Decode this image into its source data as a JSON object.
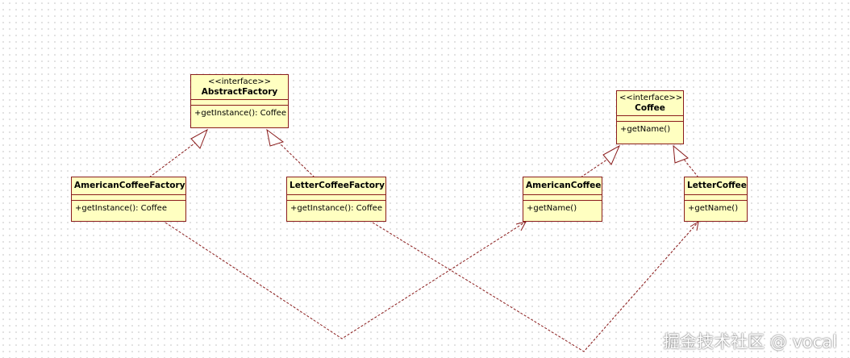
{
  "classes": {
    "abstract_factory": {
      "stereotype": "<<interface>>",
      "name": "AbstractFactory",
      "operation": "+getInstance(): Coffee"
    },
    "coffee": {
      "stereotype": "<<interface>>",
      "name": "Coffee",
      "operation": "+getName()"
    },
    "american_coffee_factory": {
      "name": "AmericanCoffeeFactory",
      "operation": "+getInstance(): Coffee"
    },
    "letter_coffee_factory": {
      "name": "LetterCoffeeFactory",
      "operation": "+getInstance(): Coffee"
    },
    "american_coffee": {
      "name": "AmericanCoffee",
      "operation": "+getName()"
    },
    "letter_coffee": {
      "name": "LetterCoffee",
      "operation": "+getName()"
    }
  },
  "colors": {
    "line": "#8a1c1c",
    "box_fill": "#ffffc1"
  },
  "watermark": "掘金技术社区 @ vocal"
}
